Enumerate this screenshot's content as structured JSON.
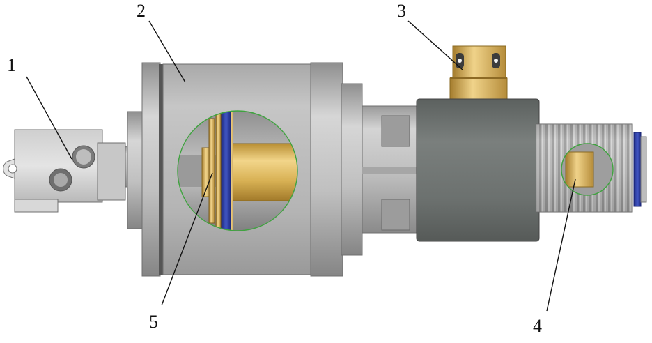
{
  "callouts": [
    {
      "id": "1",
      "text": "1"
    },
    {
      "id": "2",
      "text": "2"
    },
    {
      "id": "3",
      "text": "3"
    },
    {
      "id": "4",
      "text": "4"
    },
    {
      "id": "5",
      "text": "5"
    }
  ],
  "colors": {
    "background": "#ffffff",
    "housing": "#b5b5b5",
    "dark_body": "#6b706e",
    "brass": "#d9b45a",
    "seal_blue": "#2e3d9a",
    "cutaway_edge": "#3fa33f"
  }
}
